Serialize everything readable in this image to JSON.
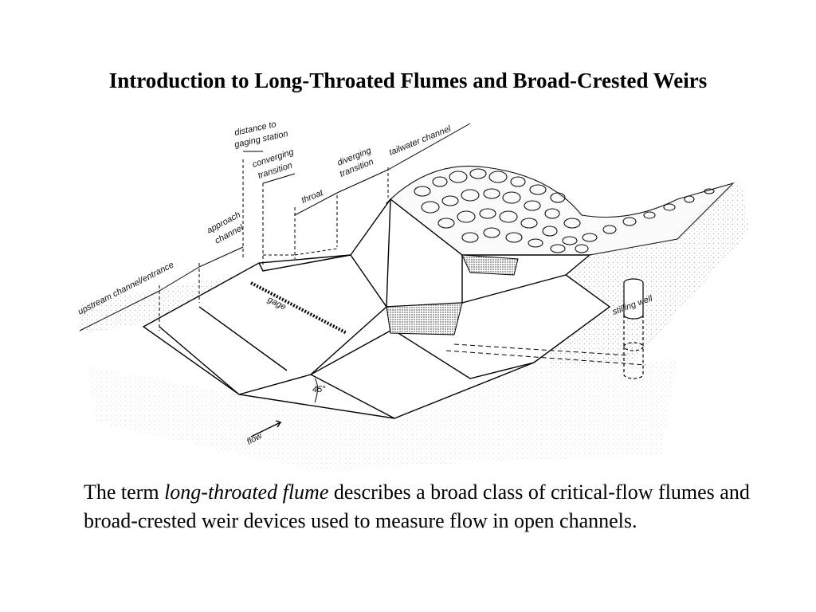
{
  "title": "Introduction to Long-Throated Flumes and Broad-Crested Weirs",
  "diagram": {
    "labels": {
      "distance_1": "distance to",
      "distance_2": "gaging station",
      "converging_1": "converging",
      "converging_2": "transition",
      "diverging_1": "diverging",
      "diverging_2": "transition",
      "tailwater": "tailwater channel",
      "throat": "throat",
      "approach_1": "approach",
      "approach_2": "channel",
      "upstream": "upstream channel/entrance",
      "gage": "gage",
      "stilling_well": "stilling well",
      "angle": "45°",
      "flow": "flow"
    }
  },
  "body": {
    "prefix": "The term ",
    "term": "long-throated flume",
    "suffix": " describes a broad class of critical-flow flumes and broad-crested weir devices used to measure flow in open channels."
  }
}
